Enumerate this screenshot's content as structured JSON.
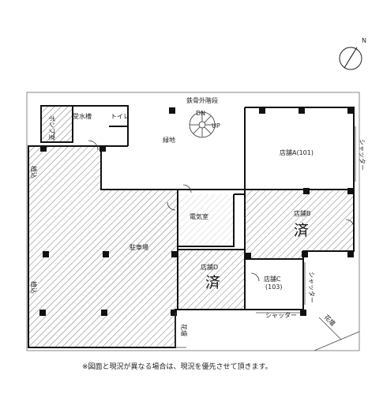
{
  "labels": {
    "iron_stairs": "鉄骨外階段",
    "stair_dn": "DN",
    "stair_up": "UP",
    "green_area": "緑地",
    "pump_room": "ポンプ室",
    "water_tank": "受水槽",
    "toilet": "トイレ",
    "parking": "駐車場",
    "electric_room": "電気室",
    "shop_a": "店舗A(101)",
    "shop_b": "店舗B",
    "shop_c": "店舗C",
    "shop_c_no": "(103)",
    "shop_d": "店舗D",
    "sumi_b": "済",
    "sumi_d": "済",
    "shutter_right": "シャッター",
    "shutter_c_side": "シャッター",
    "shutter_c_bottom": "シャッター",
    "flowerbed_left": "花壇",
    "flowerbed_right": "花壇",
    "planting_top": "植込",
    "planting_bottom": "植込",
    "north": "N"
  },
  "footer": {
    "note": "※図面と現況が異なる場合は、現況を優先させて頂きます。"
  }
}
